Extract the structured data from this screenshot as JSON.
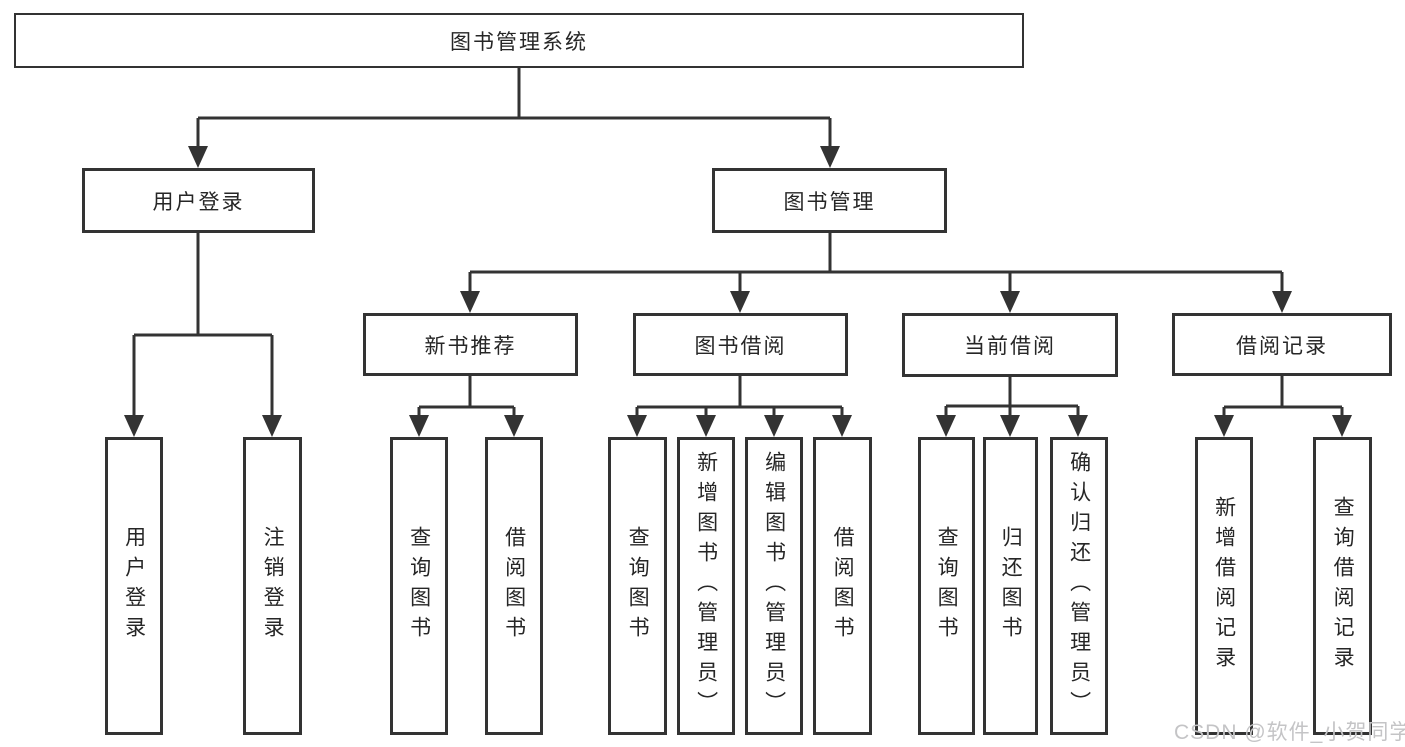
{
  "diagram": {
    "type": "hierarchy-tree",
    "tree": {
      "root": {
        "label": "图书管理系统"
      },
      "branches": {
        "user_login": {
          "label": "用户登录",
          "children": {
            "login": {
              "label": "用户登录"
            },
            "logout": {
              "label": "注销登录"
            }
          }
        },
        "book_mgmt": {
          "label": "图书管理",
          "children": {
            "new_book_rec": {
              "label": "新书推荐",
              "children": {
                "query_books": {
                  "label": "查询图书"
                },
                "borrow_books": {
                  "label": "借阅图书"
                }
              }
            },
            "book_borrow": {
              "label": "图书借阅",
              "children": {
                "query_books": {
                  "label": "查询图书"
                },
                "add_books_admin": {
                  "label": "新增图书（管理员）"
                },
                "edit_books_admin": {
                  "label": "编辑图书（管理员）"
                },
                "borrow_books": {
                  "label": "借阅图书"
                }
              }
            },
            "current_borrow": {
              "label": "当前借阅",
              "children": {
                "query_books": {
                  "label": "查询图书"
                },
                "return_books": {
                  "label": "归还图书"
                },
                "confirm_return_admin": {
                  "label": "确认归还（管理员）"
                }
              }
            },
            "borrow_records": {
              "label": "借阅记录",
              "children": {
                "add_borrow_record": {
                  "label": "新增借阅记录"
                },
                "query_borrow_record": {
                  "label": "查询借阅记录"
                }
              }
            }
          }
        }
      }
    },
    "colors": {
      "line": "#333333",
      "box_border": "#333333",
      "text": "#262626",
      "background": "#ffffff",
      "watermark": "#c4c4c6"
    }
  },
  "watermark": {
    "text": "CSDN @软件_小贺同学"
  }
}
